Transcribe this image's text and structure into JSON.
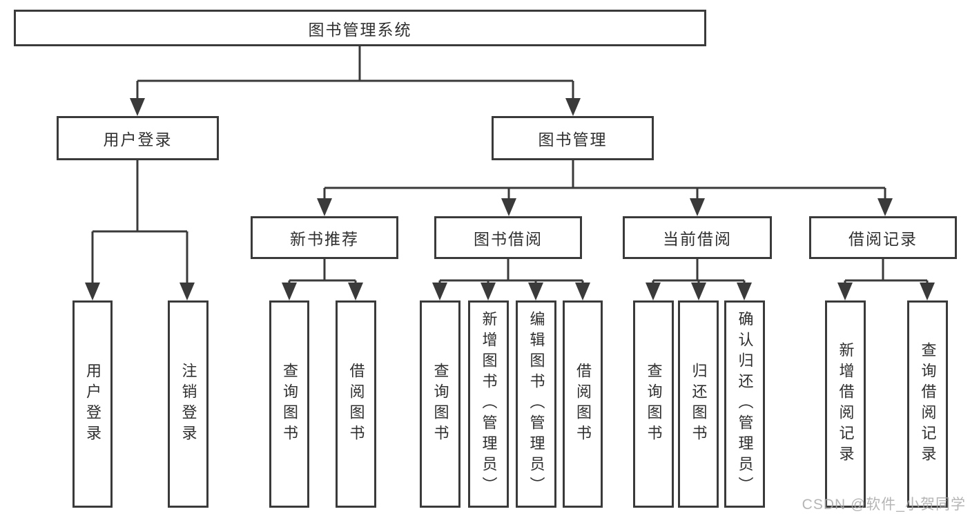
{
  "diagram": {
    "root": "图书管理系统",
    "user_login": "用户登录",
    "book_management": "图书管理",
    "new_book_rec": "新书推荐",
    "book_borrow": "图书借阅",
    "current_borrow": "当前借阅",
    "borrow_records": "借阅记录",
    "leaves": {
      "login": "用户登录",
      "logout": "注销登录",
      "nbr_query": "查询图书",
      "nbr_borrow": "借阅图书",
      "bb_query": "查询图书",
      "bb_add": "新增图书（管理员）",
      "bb_edit": "编辑图书（管理员）",
      "bb_borrow": "借阅图书",
      "cb_query": "查询图书",
      "cb_return": "归还图书",
      "cb_confirm": "确认归还（管理员）",
      "br_add": "新增借阅记录",
      "br_query": "查询借阅记录"
    }
  },
  "watermark": "CSDN @软件_小贺同学",
  "colors": {
    "line": "#3a3a3a",
    "text": "#2f2f2f",
    "watermark": "#a8a8a8"
  }
}
